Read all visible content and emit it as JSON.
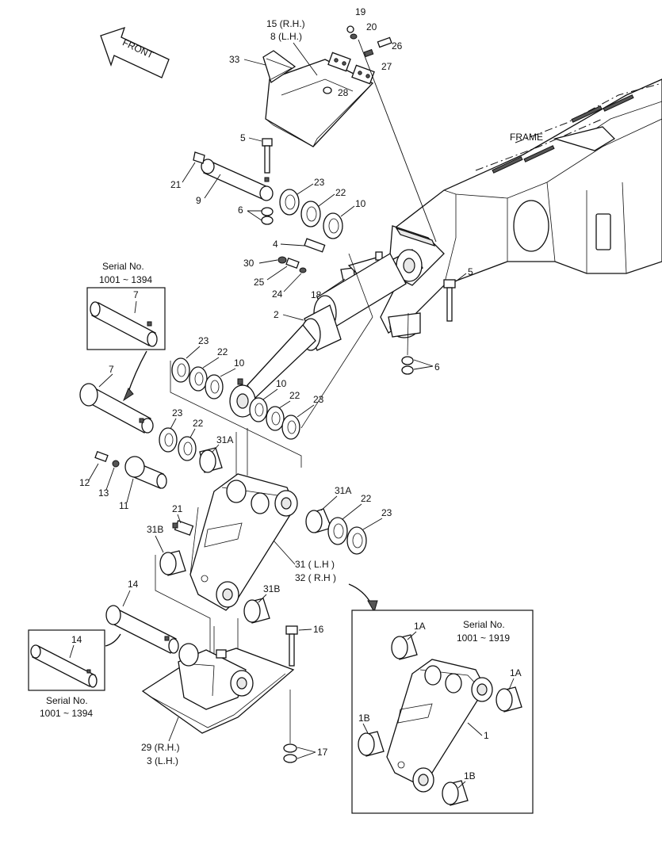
{
  "labels": {
    "front": "FRONT",
    "frame": "FRAME",
    "p15_8": [
      "15 (R.H.)",
      "8 (L.H.)"
    ],
    "p19": "19",
    "p20": "20",
    "p26": "26",
    "p27": "27",
    "p33": "33",
    "p28": "28",
    "p5_top": "5",
    "p21_top": "21",
    "p9": "9",
    "p23_top": "23",
    "p22_top": "22",
    "p10_top": "10",
    "p6_top": "6",
    "p4": "4",
    "p30": "30",
    "p25": "25",
    "p24": "24",
    "p18": "18",
    "p5_right": "5",
    "p2": "2",
    "p6_right": "6",
    "p7_box": "7",
    "p23_mid_l": "23",
    "p22_mid_l": "22",
    "p10_mid_l": "10",
    "p7": "7",
    "p10_mid_r": "10",
    "p22_mid_r": "22",
    "p23_mid_r": "23",
    "p23_low": "23",
    "p22_low": "22",
    "p31A_left": "31A",
    "p12": "12",
    "p13": "13",
    "p11": "11",
    "p21_mid": "21",
    "p31A_right": "31A",
    "p22_right": "22",
    "p23_right": "23",
    "p31B_left": "31B",
    "p31_32": [
      "31 ( L.H )",
      "32 ( R.H )"
    ],
    "p14": "14",
    "p31B_right": "31B",
    "p16": "16",
    "p14_box": "14",
    "p29_3": [
      "29 (R.H.)",
      "3 (L.H.)"
    ],
    "p17": "17",
    "p1A_top": "1A",
    "p1A_right": "1A",
    "p1": "1",
    "p1B_left": "1B",
    "p1B_right": "1B"
  },
  "serials": {
    "box_pin7": [
      "Serial No.",
      "1001 ~ 1394"
    ],
    "box_pin14": [
      "Serial No.",
      "1001 ~ 1394"
    ],
    "box_link1": [
      "Serial No.",
      "1001 ~ 1919"
    ]
  },
  "icons": [
    "front-arrow-icon",
    "curved-pointer-arrow-icon"
  ]
}
